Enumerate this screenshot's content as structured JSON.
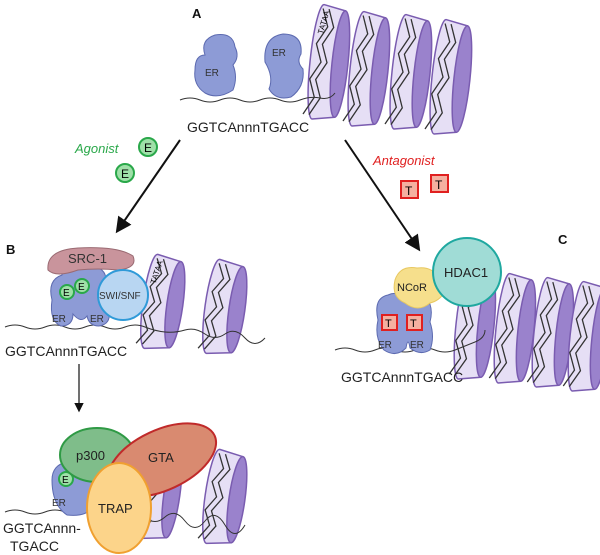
{
  "panels": {
    "a": "A",
    "b": "B",
    "c": "C"
  },
  "sequence": "GGTCAnnnTGACC",
  "sequence_split": [
    "GGTCAnnn-",
    "TGACC"
  ],
  "agonist": {
    "label": "Agonist",
    "ligand": "E",
    "color": "#2aa84a"
  },
  "antagonist": {
    "label": "Antagonist",
    "ligand": "T",
    "color": "#e02020"
  },
  "receptor": "ER",
  "tata": "TATAA",
  "coactivators": {
    "src1": "SRC-1",
    "swisnf": "SWI/SNF",
    "p300": "p300",
    "gta": "GTA",
    "trap": "TRAP"
  },
  "corepressors": {
    "ncor": "NCoR",
    "hdac1": "HDAC1"
  }
}
